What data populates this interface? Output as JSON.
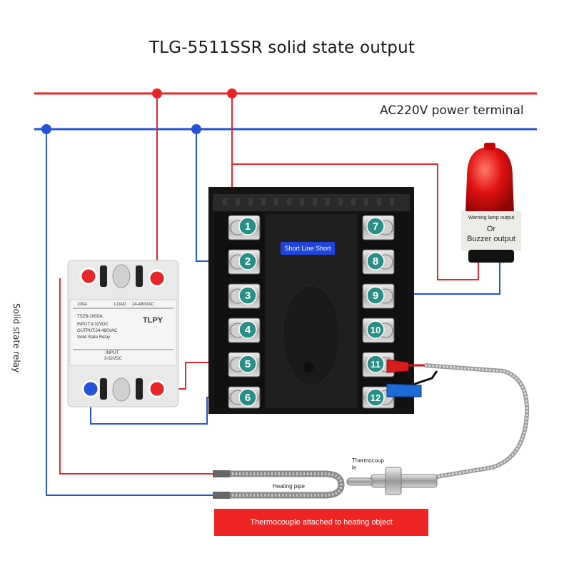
{
  "title": "TLG-5511SSR solid state output",
  "power_label": "AC220V power terminal",
  "relay_side_label": "Solid state relay",
  "short_tag": "Short Line Short",
  "lamp": {
    "line1": "Warning lamp output",
    "line2": "Or",
    "line3": "Buzzer output"
  },
  "thermocouple_label": "Thermocoup le",
  "heating_label": "Heating pipe",
  "banner": "Thermocouple attached to heating object",
  "relay": {
    "brand": "TLPY",
    "model": "TSZB-100DA",
    "input": "INPUT:3-32VDC",
    "output": "OUTPUT:24-480VAC",
    "type": "Solid State Relay",
    "load": "LOAD",
    "load_range": "24-480VAC",
    "input_tag": "INPUT",
    "input_range": "3-32VDC",
    "current": "100A"
  },
  "terminals": {
    "left": [
      "1",
      "2",
      "3",
      "4",
      "5",
      "6"
    ],
    "right": [
      "7",
      "8",
      "9",
      "10",
      "11",
      "12"
    ]
  },
  "colors": {
    "live": "#e8262a",
    "neutral": "#2454d6",
    "terminal_badge": "#2a8e86",
    "banner": "#ee2424"
  }
}
